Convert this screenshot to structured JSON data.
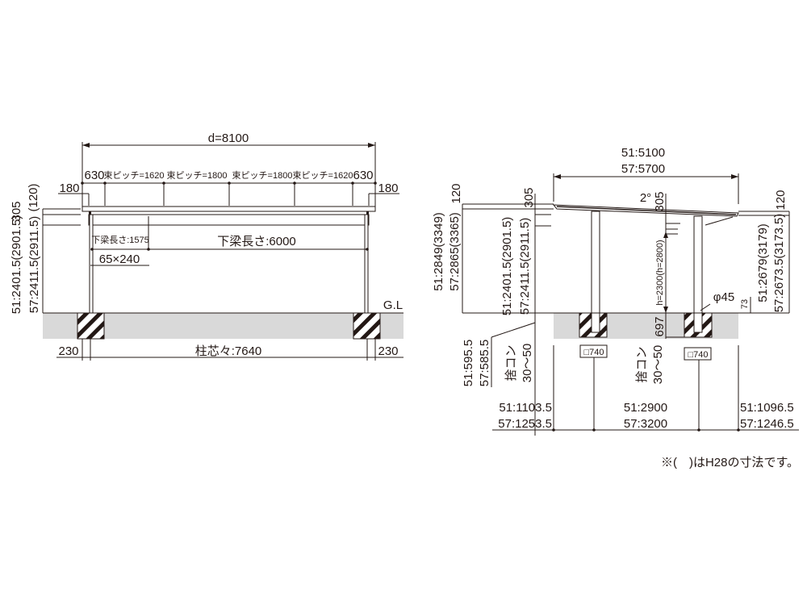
{
  "side_view": {
    "overall_width": "d=8100",
    "end_overhang_left": "630",
    "end_overhang_right": "630",
    "pitches": [
      "束ピッチ=1620",
      "束ピッチ=1800",
      "束ピッチ=1800",
      "束ピッチ=1620"
    ],
    "edge_left": "180",
    "edge_right": "180",
    "roof_height": "305",
    "roof_height_h28": "(120)",
    "height_51": "51:2401.5(2901.5)",
    "height_57": "57:2411.5(2911.5)",
    "lower_beam_short": "下梁長さ:1575",
    "lower_beam_long": "下梁長さ:6000",
    "post_size": "65×240",
    "ground_label": "G.L",
    "post_center": "柱芯々:7640",
    "footing_left": "230",
    "footing_right": "230"
  },
  "front_view": {
    "width_51": "51:5100",
    "width_57": "57:5700",
    "slope": "2°",
    "top_left_120": "120",
    "top_right_120": "120",
    "total_height_51": "51:2849(3349)",
    "total_height_57": "57:2865(3365)",
    "roof_305_left": "305",
    "roof_305_mid": "305",
    "post_height_51": "51:2401.5(2901.5)",
    "post_height_57": "57:2411.5(2911.5)",
    "clear_height": "h=2300(h=2800)",
    "embed_depth": "697",
    "post_diameter": "φ45",
    "offset_73": "73",
    "right_height_51": "51:2679(3179)",
    "right_height_57": "57:2673.5(3173.5)",
    "depth_51": "51:595.5",
    "depth_57": "57:585.5",
    "lean_concrete_label": "捨コン",
    "lean_concrete_thickness": "30〜50",
    "footing_size": "□740",
    "left_span_51": "51:1103.5",
    "left_span_57": "57:1253.5",
    "mid_span_51": "51:2900",
    "mid_span_57": "57:3200",
    "right_span_51": "51:1096.5",
    "right_span_57": "57:1246.5"
  },
  "footnote": "※(　)はH28の寸法です。"
}
